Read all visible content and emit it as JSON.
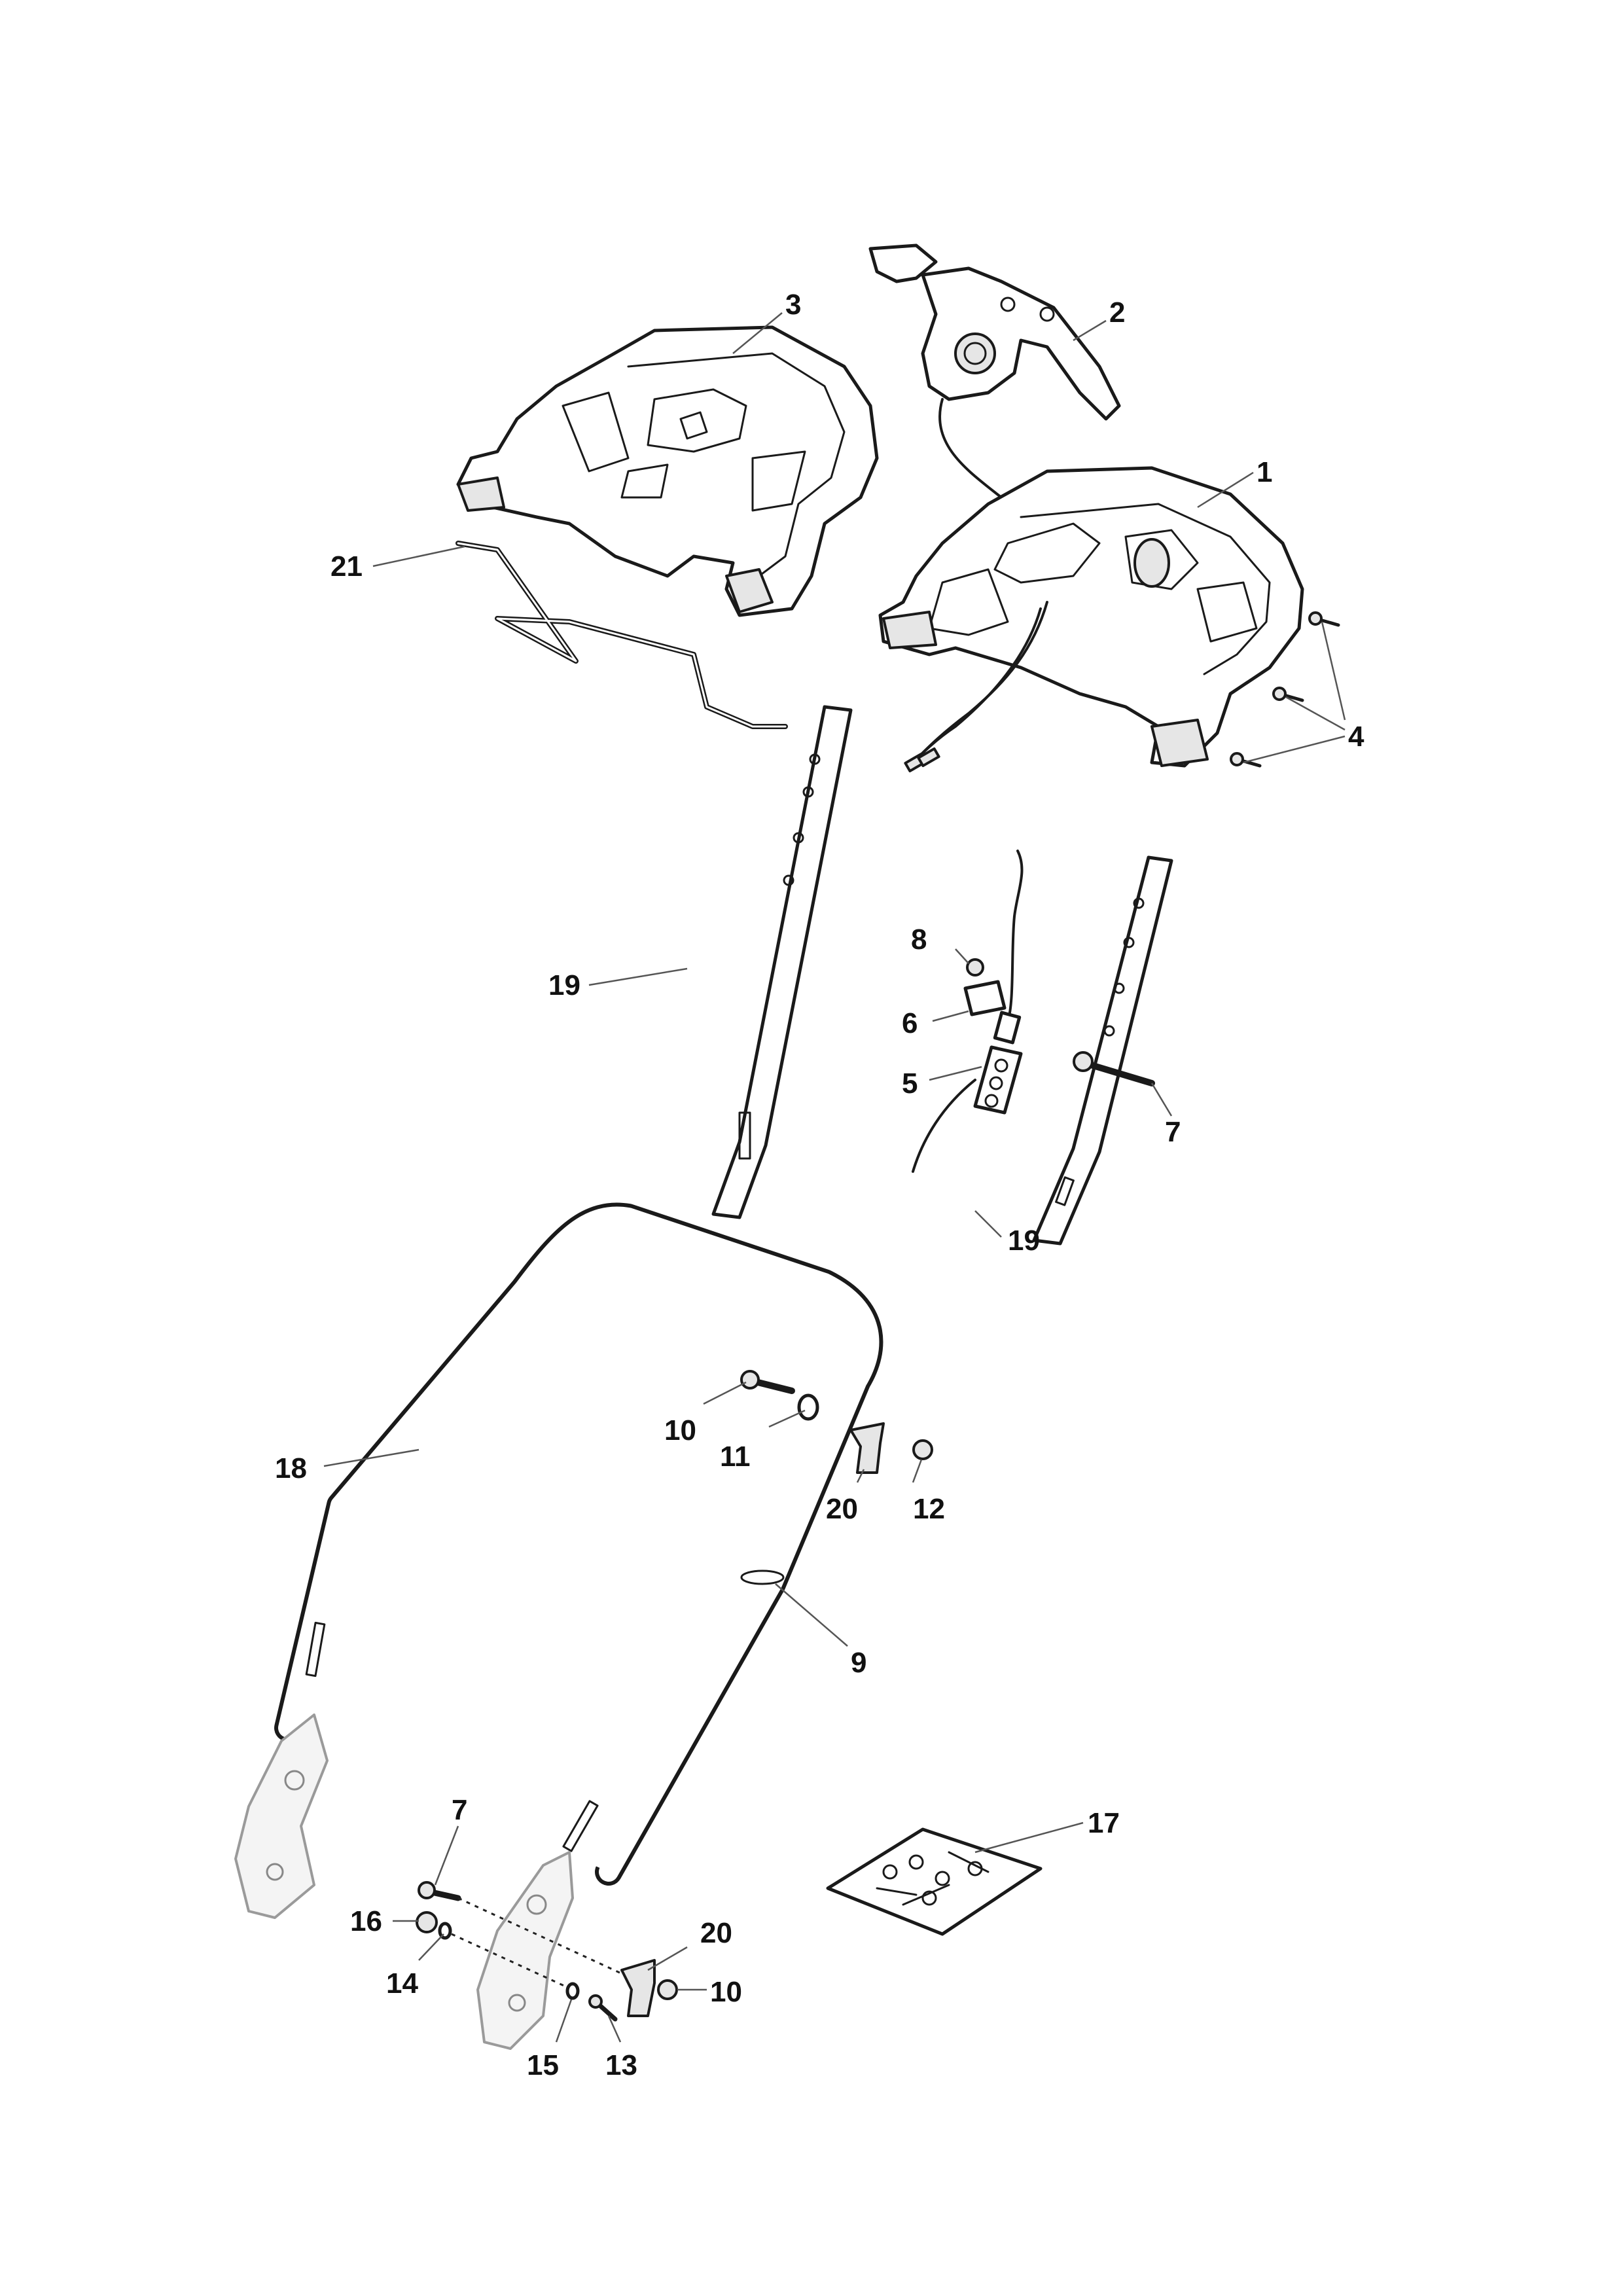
{
  "diagram": {
    "callouts": [
      {
        "id": "c1",
        "label": "1"
      },
      {
        "id": "c2",
        "label": "2"
      },
      {
        "id": "c3",
        "label": "3"
      },
      {
        "id": "c4",
        "label": "4"
      },
      {
        "id": "c5",
        "label": "5"
      },
      {
        "id": "c6",
        "label": "6"
      },
      {
        "id": "c7a",
        "label": "7"
      },
      {
        "id": "c7b",
        "label": "7"
      },
      {
        "id": "c8",
        "label": "8"
      },
      {
        "id": "c9",
        "label": "9"
      },
      {
        "id": "c10a",
        "label": "10"
      },
      {
        "id": "c10b",
        "label": "10"
      },
      {
        "id": "c11",
        "label": "11"
      },
      {
        "id": "c12",
        "label": "12"
      },
      {
        "id": "c13",
        "label": "13"
      },
      {
        "id": "c14",
        "label": "14"
      },
      {
        "id": "c15",
        "label": "15"
      },
      {
        "id": "c16",
        "label": "16"
      },
      {
        "id": "c17",
        "label": "17"
      },
      {
        "id": "c18",
        "label": "18"
      },
      {
        "id": "c19a",
        "label": "19"
      },
      {
        "id": "c19b",
        "label": "19"
      },
      {
        "id": "c20a",
        "label": "20"
      },
      {
        "id": "c20b",
        "label": "20"
      },
      {
        "id": "c21",
        "label": "21"
      }
    ]
  }
}
